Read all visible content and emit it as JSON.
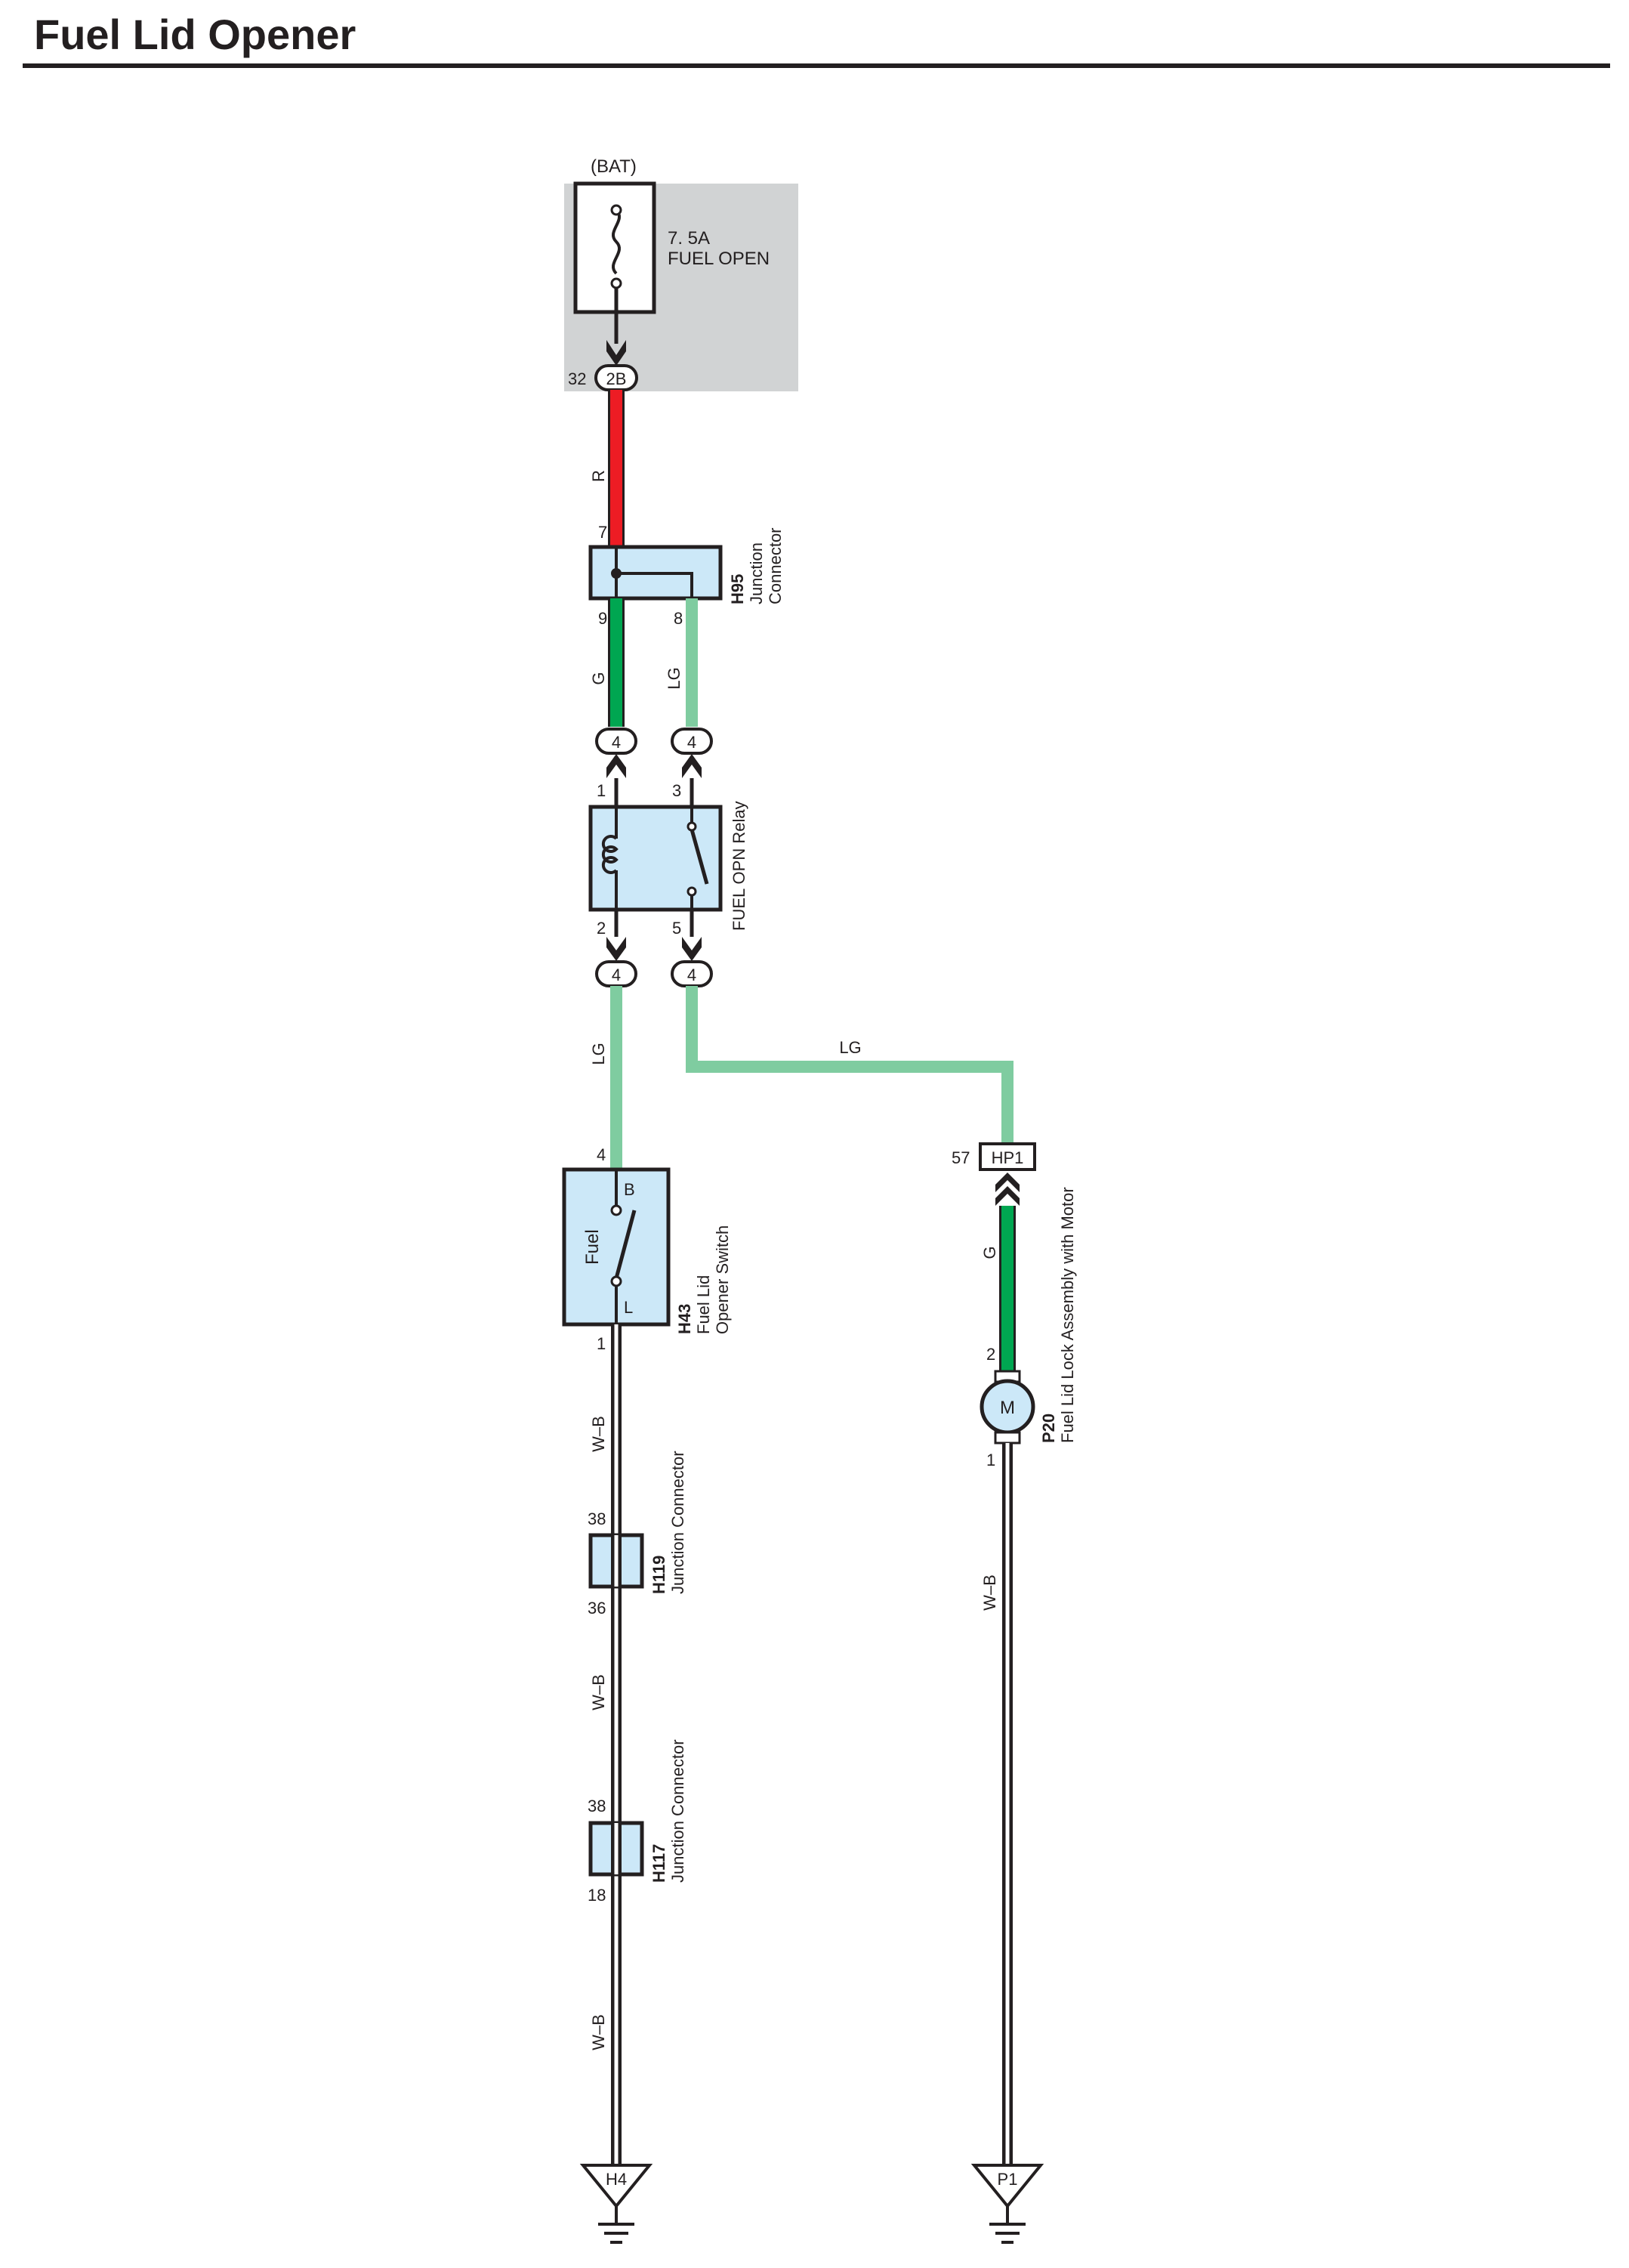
{
  "title": "Fuel Lid Opener",
  "colors": {
    "red_wire": "#ed1c24",
    "green_wire": "#00a651",
    "light_green_wire": "#7fcca0",
    "wire_outline": "#231f20",
    "component_fill": "#cce8f8",
    "fuse_box_fill": "#d1d3d4"
  },
  "fuse": {
    "source": "(BAT)",
    "rating": "7. 5A",
    "name": "FUEL OPEN",
    "pin": "32",
    "connector": "2B"
  },
  "wires": {
    "red": "R",
    "g_top": "G",
    "lg_top": "LG",
    "lg_mid": "LG",
    "lg_horizontal": "LG",
    "g_motor": "G",
    "wb_1": "W–B",
    "wb_2": "W–B",
    "wb_3": "W–B",
    "wb_motor": "W–B"
  },
  "h95": {
    "code": "H95",
    "name_line1": "Junction",
    "name_line2": "Connector",
    "pin_in": "7",
    "pin_out_left": "9",
    "pin_out_right": "8"
  },
  "relay": {
    "name": "FUEL OPN Relay",
    "pin1": "1",
    "pin2": "2",
    "pin3": "3",
    "pin5": "5",
    "connector_tl": "4",
    "connector_tr": "4",
    "connector_bl": "4",
    "connector_br": "4"
  },
  "h43": {
    "code": "H43",
    "name_line1": "Fuel Lid",
    "name_line2": "Opener Switch",
    "inner_label": "Fuel",
    "terminal_b": "B",
    "terminal_l": "L",
    "pin_top": "4",
    "pin_bottom": "1"
  },
  "hp1": {
    "connector": "HP1",
    "pin": "57"
  },
  "p20": {
    "code": "P20",
    "name": "Fuel Lid Lock Assembly with Motor",
    "symbol": "M",
    "pin_top": "2",
    "pin_bottom": "1"
  },
  "h119": {
    "code": "H119",
    "name": "Junction Connector",
    "pin_top": "38",
    "pin_bottom": "36"
  },
  "h117": {
    "code": "H117",
    "name": "Junction Connector",
    "pin_top": "38",
    "pin_bottom": "18"
  },
  "grounds": {
    "left": "H4",
    "right": "P1"
  }
}
